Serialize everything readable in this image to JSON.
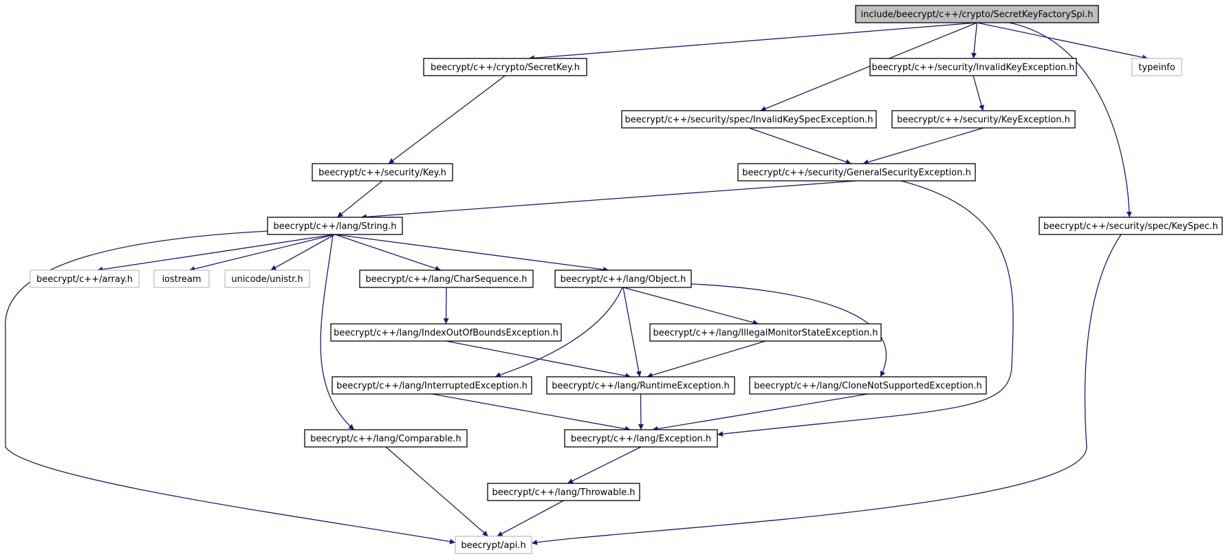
{
  "graph": {
    "colors": {
      "edge": "#191970",
      "node_border": "#000000",
      "external_border": "#bfbfbf",
      "root_fill": "#bfbfbf",
      "node_fill": "#ffffff"
    },
    "nodes": [
      {
        "id": "root",
        "label": "include/beecrypt/c++/crypto/SecretKeyFactorySpi.h",
        "style": "root"
      },
      {
        "id": "secretkey",
        "label": "beecrypt/c++/crypto/SecretKey.h",
        "style": "normal"
      },
      {
        "id": "invalidkeyexc",
        "label": "beecrypt/c++/security/InvalidKeyException.h",
        "style": "normal"
      },
      {
        "id": "typeinfo",
        "label": "typeinfo",
        "style": "external"
      },
      {
        "id": "invalidkeyspecexc",
        "label": "beecrypt/c++/security/spec/InvalidKeySpecException.h",
        "style": "normal"
      },
      {
        "id": "keyexc",
        "label": "beecrypt/c++/security/KeyException.h",
        "style": "normal"
      },
      {
        "id": "key",
        "label": "beecrypt/c++/security/Key.h",
        "style": "normal"
      },
      {
        "id": "gensecexc",
        "label": "beecrypt/c++/security/GeneralSecurityException.h",
        "style": "normal"
      },
      {
        "id": "string",
        "label": "beecrypt/c++/lang/String.h",
        "style": "normal"
      },
      {
        "id": "keyspec",
        "label": "beecrypt/c++/security/spec/KeySpec.h",
        "style": "normal"
      },
      {
        "id": "array",
        "label": "beecrypt/c++/array.h",
        "style": "external"
      },
      {
        "id": "iostream",
        "label": "iostream",
        "style": "external"
      },
      {
        "id": "unistr",
        "label": "unicode/unistr.h",
        "style": "external"
      },
      {
        "id": "charseq",
        "label": "beecrypt/c++/lang/CharSequence.h",
        "style": "normal"
      },
      {
        "id": "object",
        "label": "beecrypt/c++/lang/Object.h",
        "style": "normal"
      },
      {
        "id": "indexoob",
        "label": "beecrypt/c++/lang/IndexOutOfBoundsException.h",
        "style": "normal"
      },
      {
        "id": "illegalmon",
        "label": "beecrypt/c++/lang/IllegalMonitorStateException.h",
        "style": "normal"
      },
      {
        "id": "interrupted",
        "label": "beecrypt/c++/lang/InterruptedException.h",
        "style": "normal"
      },
      {
        "id": "runtime",
        "label": "beecrypt/c++/lang/RuntimeException.h",
        "style": "normal"
      },
      {
        "id": "clonenot",
        "label": "beecrypt/c++/lang/CloneNotSupportedException.h",
        "style": "normal"
      },
      {
        "id": "comparable",
        "label": "beecrypt/c++/lang/Comparable.h",
        "style": "normal"
      },
      {
        "id": "exception",
        "label": "beecrypt/c++/lang/Exception.h",
        "style": "normal"
      },
      {
        "id": "throwable",
        "label": "beecrypt/c++/lang/Throwable.h",
        "style": "normal"
      },
      {
        "id": "api",
        "label": "beecrypt/api.h",
        "style": "external"
      }
    ],
    "edges": [
      [
        "root",
        "secretkey"
      ],
      [
        "root",
        "invalidkeyspecexc"
      ],
      [
        "root",
        "invalidkeyexc"
      ],
      [
        "root",
        "typeinfo"
      ],
      [
        "root",
        "keyspec"
      ],
      [
        "secretkey",
        "key"
      ],
      [
        "invalidkeyexc",
        "keyexc"
      ],
      [
        "invalidkeyspecexc",
        "gensecexc"
      ],
      [
        "keyexc",
        "gensecexc"
      ],
      [
        "key",
        "string"
      ],
      [
        "gensecexc",
        "string"
      ],
      [
        "gensecexc",
        "exception"
      ],
      [
        "string",
        "api"
      ],
      [
        "string",
        "array"
      ],
      [
        "string",
        "iostream"
      ],
      [
        "string",
        "unistr"
      ],
      [
        "string",
        "charseq"
      ],
      [
        "string",
        "object"
      ],
      [
        "string",
        "comparable"
      ],
      [
        "keyspec",
        "api"
      ],
      [
        "charseq",
        "indexoob"
      ],
      [
        "object",
        "interrupted"
      ],
      [
        "object",
        "runtime"
      ],
      [
        "object",
        "illegalmon"
      ],
      [
        "object",
        "clonenot"
      ],
      [
        "indexoob",
        "runtime"
      ],
      [
        "illegalmon",
        "runtime"
      ],
      [
        "interrupted",
        "exception"
      ],
      [
        "runtime",
        "exception"
      ],
      [
        "clonenot",
        "exception"
      ],
      [
        "comparable",
        "api"
      ],
      [
        "exception",
        "throwable"
      ],
      [
        "throwable",
        "api"
      ]
    ]
  }
}
